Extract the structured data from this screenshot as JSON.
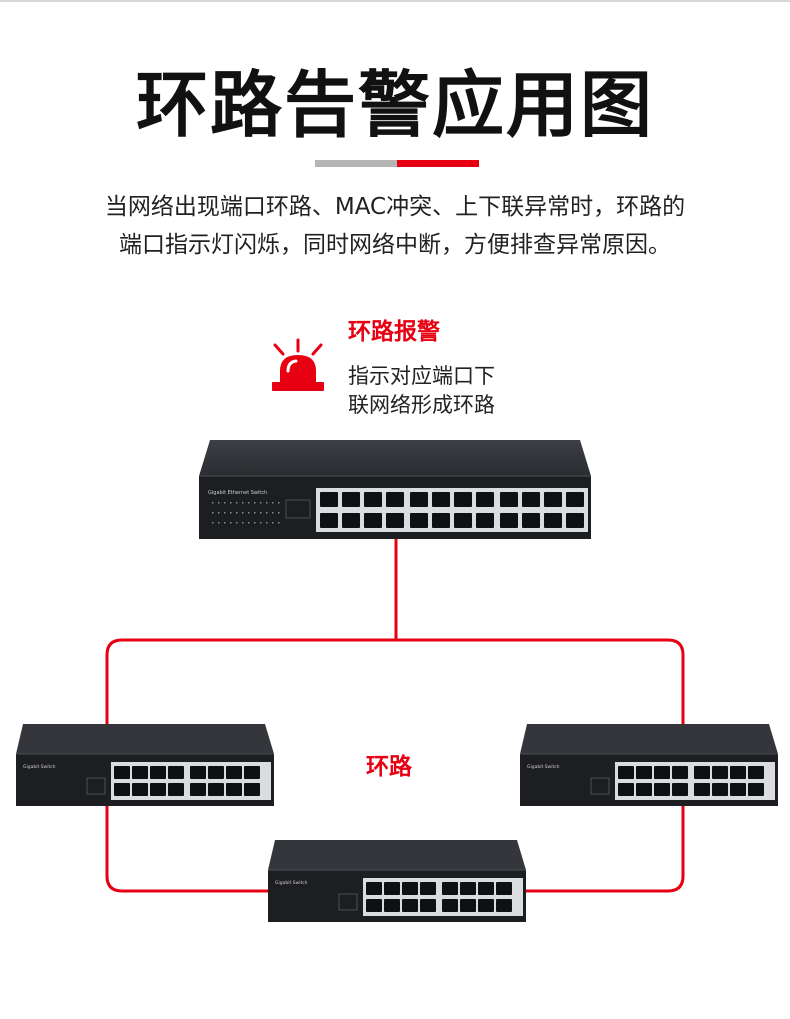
{
  "header": {
    "title": "环路告警应用图",
    "description_lines": [
      "当网络出现端口环路、MAC冲突、上下联异常时，环路的",
      "端口指示灯闪烁，同时网络中断，方便排查异常原因。"
    ]
  },
  "alarm": {
    "title": "环路报警",
    "lines": [
      "指示对应端口下",
      "联网络形成环路"
    ],
    "icon": "alarm-siren-icon"
  },
  "diagram": {
    "loop_label": "环路",
    "main_switch_label": "Gigabit Ethernet Switch",
    "small_switch_label": "Gigabit Switch"
  },
  "colors": {
    "accent": "#e60012",
    "divider_gray": "#b5b5b5",
    "switch_body": "#2b2d31"
  }
}
